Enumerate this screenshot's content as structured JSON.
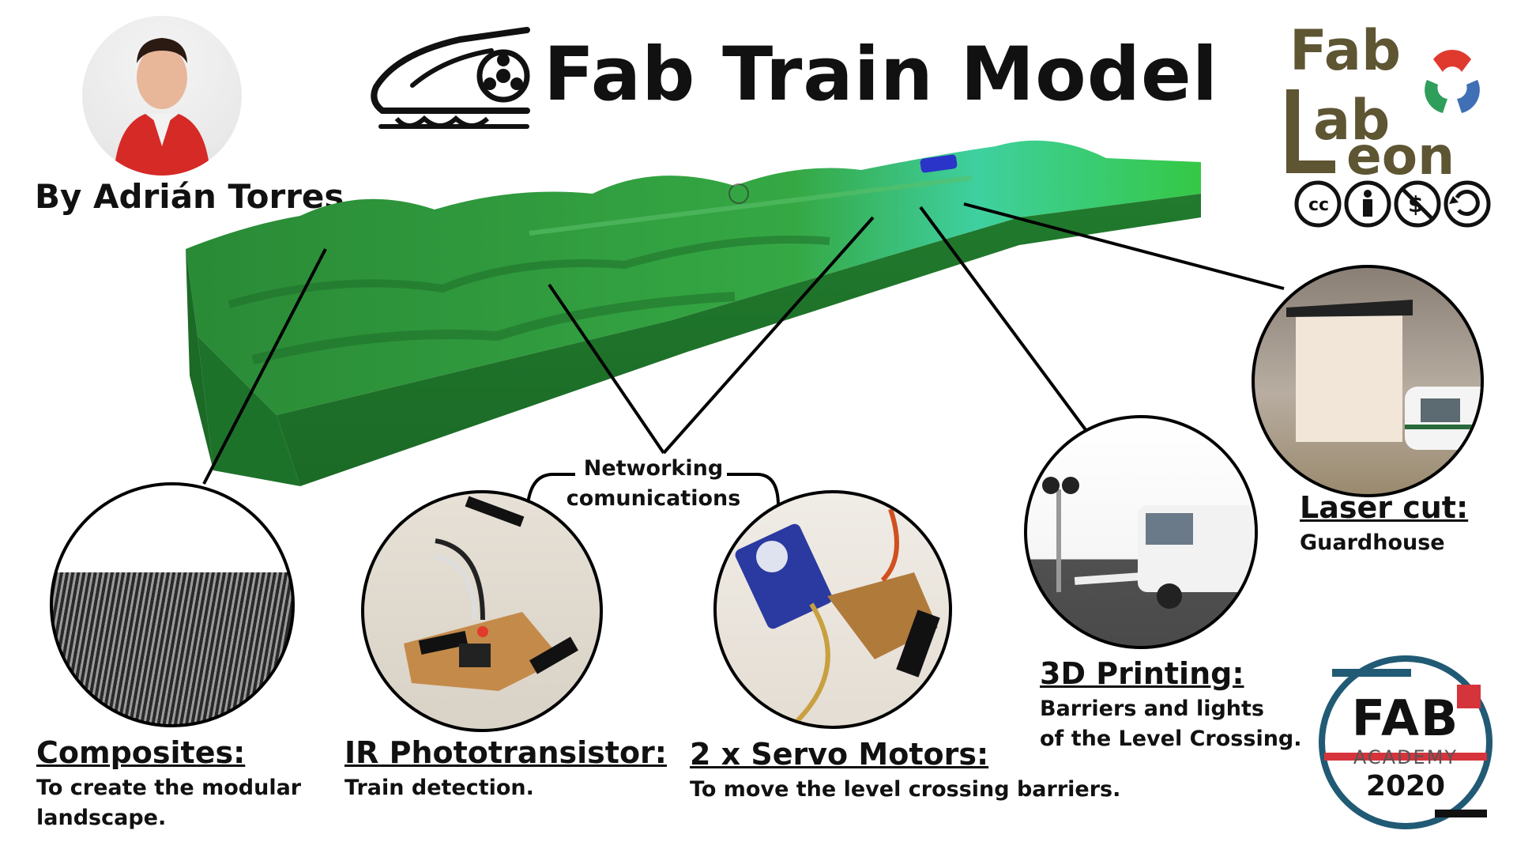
{
  "title": "Fab Train Model",
  "author": "By Adrián Torres",
  "logo": {
    "word1": "Fab",
    "word2": "ab",
    "word3": "eon",
    "cc_symbol": "cc"
  },
  "networking_label_line1": "Networking",
  "networking_label_line2": "comunications",
  "callouts": {
    "composites": {
      "head": "Composites:",
      "line1": "To create the modular",
      "line2": "landscape."
    },
    "ir": {
      "head": "IR Phototransistor:",
      "line1": "Train detection."
    },
    "servo": {
      "head": "2 x Servo Motors:",
      "line1": "To move the level crossing barriers."
    },
    "printing": {
      "head": "3D Printing:",
      "line1": "Barriers and lights",
      "line2": "of the Level Crossing."
    },
    "laser": {
      "head": "Laser cut:",
      "line1": "Guardhouse"
    }
  },
  "badge": {
    "word": "FAB",
    "subtitle": "ACADEMY",
    "year": "2020"
  },
  "colors": {
    "terrain_dark": "#1f6e2b",
    "terrain_mid": "#2e8b3c",
    "terrain_light": "#3fbf4a",
    "train_block": "#2a34c9",
    "logo_olive": "#5e5533",
    "badge_teal": "#215a74",
    "badge_red": "#d5343c"
  }
}
